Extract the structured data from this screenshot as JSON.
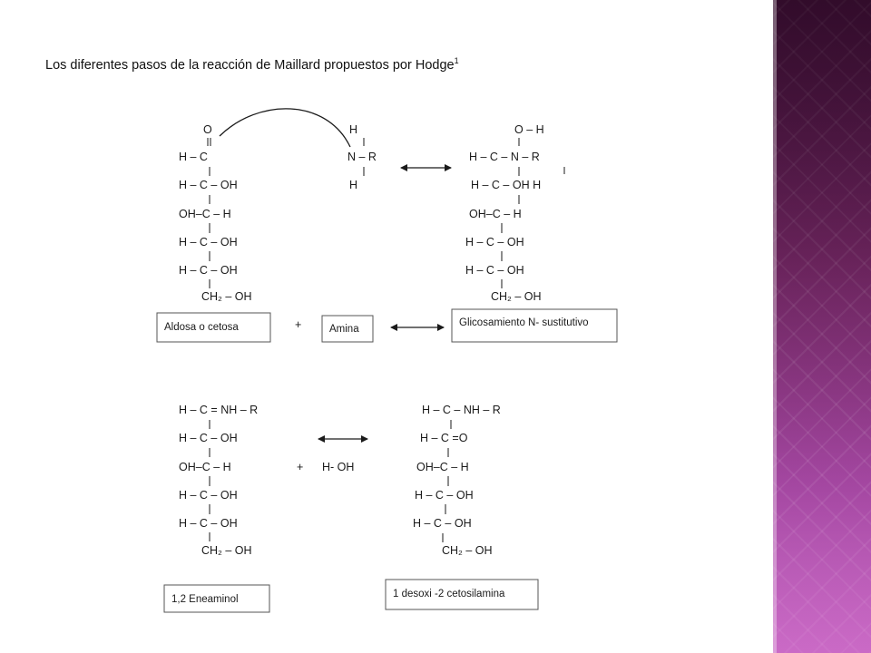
{
  "title": {
    "text": "Los diferentes pasos de la reacción de Maillard propuestos por Hodge",
    "superscript": "1"
  },
  "colors": {
    "side_panel": "#7a2a6a",
    "text": "#1a1a1a",
    "box_border": "#555555"
  },
  "top_row": {
    "aldose": {
      "lines": [
        "O",
        "H – C",
        "H – C – OH",
        "OH–C – H",
        "H – C – OH",
        "H – C – OH",
        "CH₂ – OH"
      ]
    },
    "amine": {
      "lines": [
        "H",
        "N – R",
        "H"
      ]
    },
    "glycosamine": {
      "lines": [
        "O – H",
        "H – C – N – R",
        "H – C – OH H",
        "OH–C – H",
        "H – C – OH",
        "H – C – OH",
        "CH₂ – OH"
      ]
    },
    "box_aldose": "Aldosa o cetosa",
    "plus": "+",
    "box_amine": "Amina",
    "box_glycosamine": "Glicosamiento N- sustitutivo"
  },
  "bottom_row": {
    "eneaminol": {
      "lines": [
        "H – C = NH – R",
        "H – C – OH",
        "OH–C – H",
        "H – C – OH",
        "H – C – OH",
        "CH₂ – OH"
      ]
    },
    "plus": "+",
    "water": "H- OH",
    "ketosamine": {
      "lines": [
        "H – C – NH – R",
        "H – C =O",
        "OH–C – H",
        "H – C – OH",
        "H – C – OH",
        "CH₂ – OH"
      ]
    },
    "box_eneaminol": "1,2 Eneaminol",
    "box_ketosamine": "1 desoxi -2 cetosilamina"
  }
}
